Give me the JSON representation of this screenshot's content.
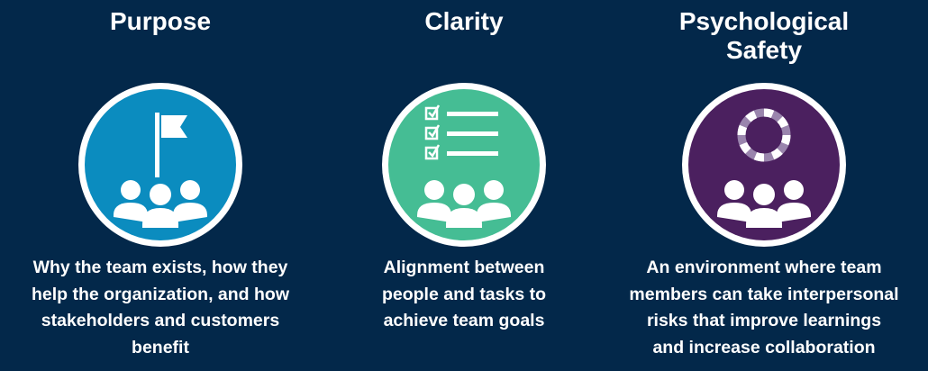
{
  "colors": {
    "background": "#03284a",
    "purpose": "#0b8cbf",
    "clarity": "#45bd94",
    "safety": "#4b205f"
  },
  "pillars": [
    {
      "title": "Purpose",
      "description": "Why the team exists, how they help the organization, and how stakeholders and customers benefit",
      "icon": "flag-team-icon"
    },
    {
      "title": "Clarity",
      "description": "Alignment between people and tasks to achieve team goals",
      "icon": "checklist-team-icon"
    },
    {
      "title_line1": "Psychological",
      "title_line2": "Safety",
      "description": "An environment where team members can take interpersonal risks that improve learnings and increase collaboration",
      "icon": "lifebuoy-team-icon"
    }
  ]
}
